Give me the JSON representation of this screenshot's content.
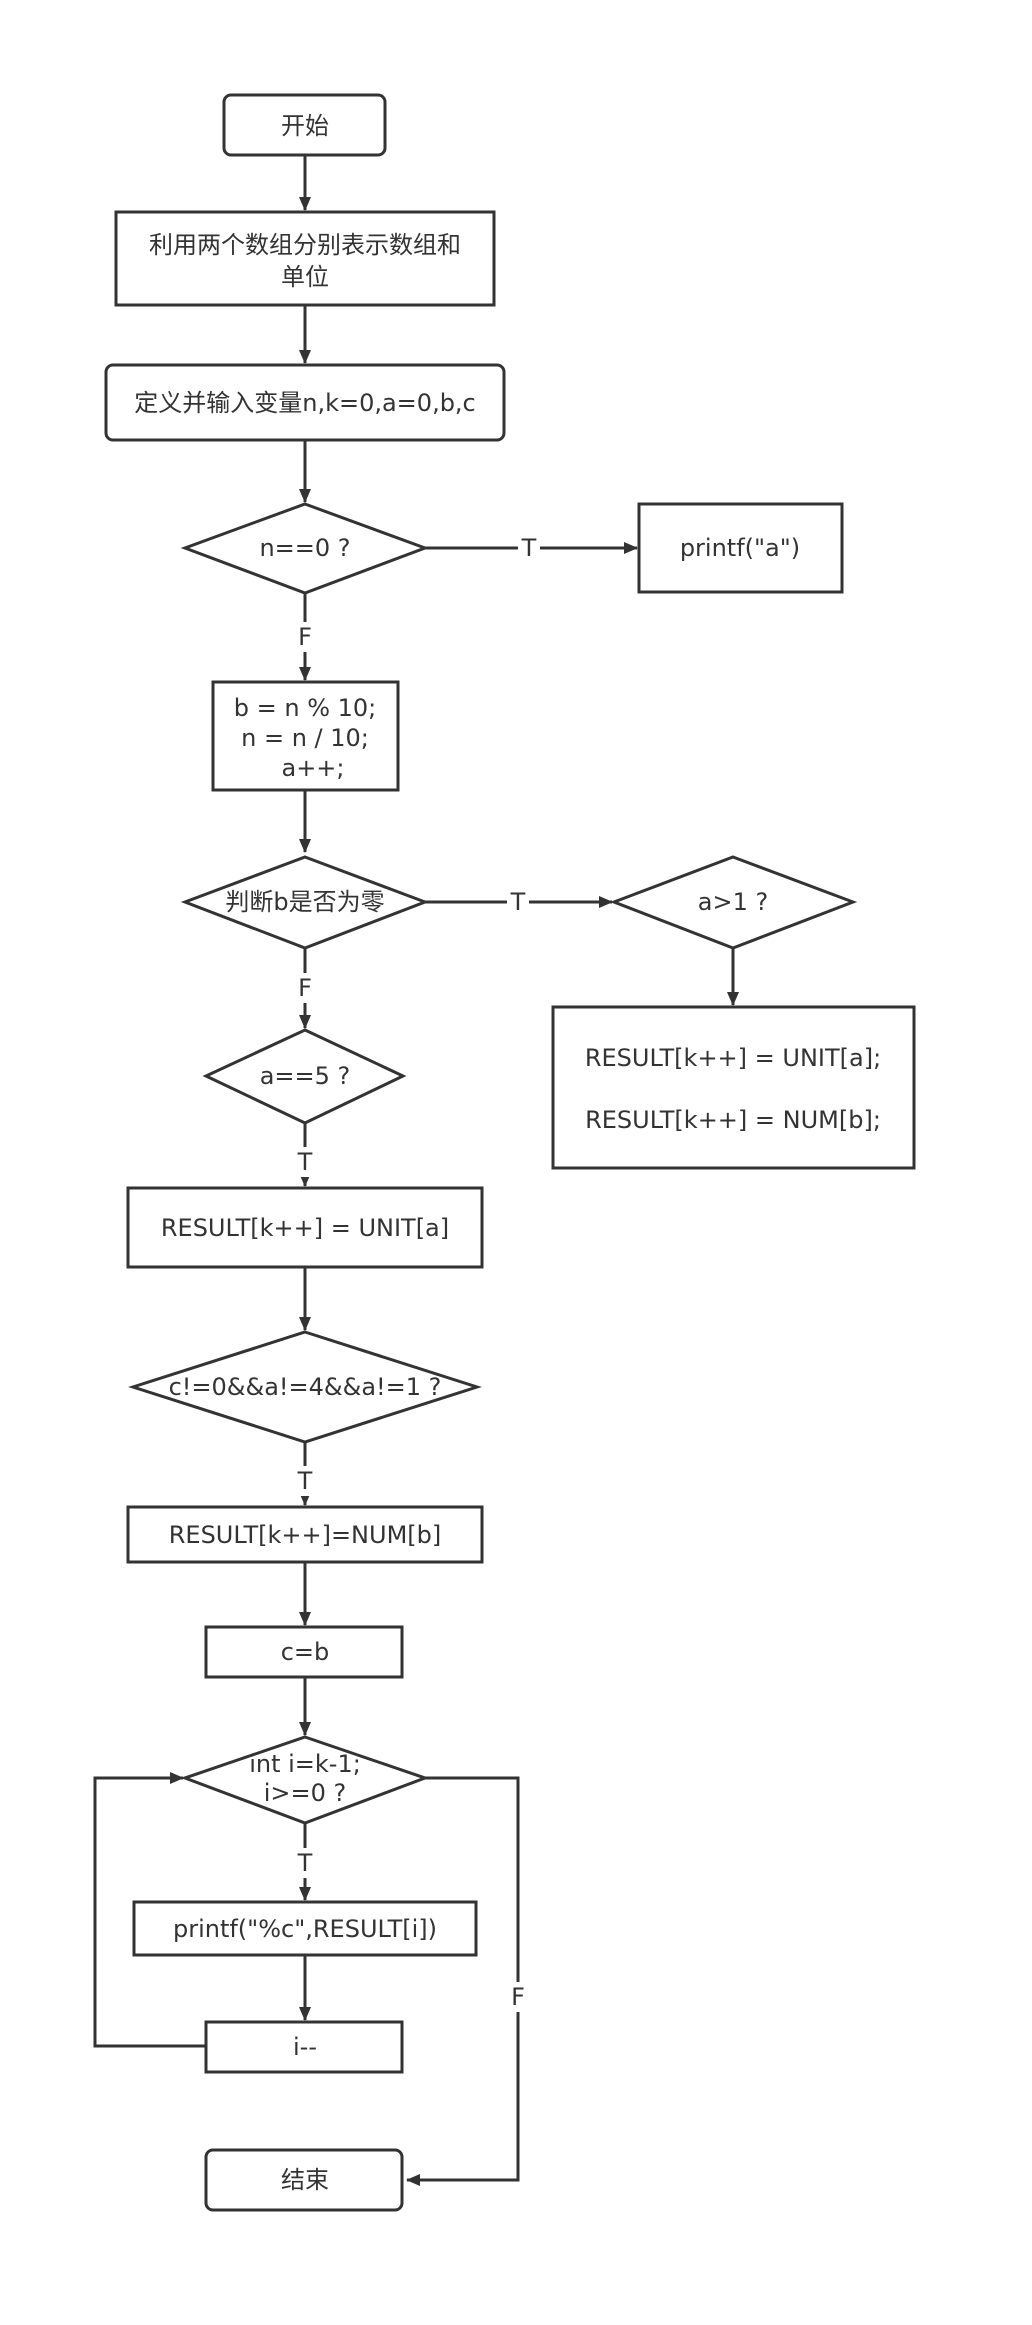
{
  "nodes": {
    "start": "开始",
    "init_arrays": [
      "利用两个数组分别表示数组和",
      "单位"
    ],
    "define_vars": "定义并输入变量n,k=0,a=0,b,c",
    "check_n_zero": "n==0  ?",
    "print_a": "printf(\"a\")",
    "extract_digit": [
      "b = n % 10;",
      "n = n / 10;",
      "a++;"
    ],
    "check_b_zero": "判断b是否为零",
    "check_a_gt_1": "a>1  ?",
    "unit_and_num": [
      "RESULT[k++] = UNIT[a];",
      "RESULT[k++] = NUM[b];"
    ],
    "check_a_eq_5": "a==5  ?",
    "result_unit": "RESULT[k++] = UNIT[a]",
    "check_compound": "c!=0&&a!=4&&a!=1  ?",
    "result_num": "RESULT[k++]=NUM[b]",
    "assign_c": "c=b",
    "loop_cond": [
      "int  i=k-1;",
      "i>=0  ?"
    ],
    "print_result": "printf(\"%c\",RESULT[i])",
    "decrement": "i--",
    "end": "结束"
  },
  "edge_labels": {
    "n_zero_true": "T",
    "n_zero_false": "F",
    "b_zero_true": "T",
    "b_zero_false": "F",
    "a5_true": "T",
    "compound_true": "T",
    "loop_true": "T",
    "loop_false": "F"
  },
  "colors": {
    "stroke": "#333333",
    "fill": "#ffffff",
    "text": "#333333"
  }
}
